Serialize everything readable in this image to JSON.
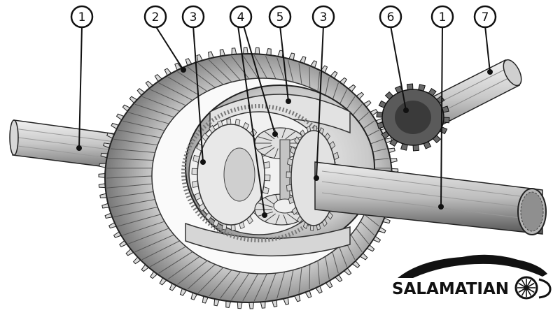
{
  "callouts": [
    {
      "id": "c1a",
      "label": "1"
    },
    {
      "id": "c2",
      "label": "2"
    },
    {
      "id": "c3a",
      "label": "3"
    },
    {
      "id": "c4",
      "label": "4"
    },
    {
      "id": "c5",
      "label": "5"
    },
    {
      "id": "c3b",
      "label": "3"
    },
    {
      "id": "c6",
      "label": "6"
    },
    {
      "id": "c1b",
      "label": "1"
    },
    {
      "id": "c7",
      "label": "7"
    }
  ],
  "logo": {
    "text": "SALAMATIAN",
    "icon": "car-wheel-icon"
  },
  "colors": {
    "ink": "#1a1a1a",
    "metal": "#d2d2d2",
    "shadow": "#5a5a5a",
    "background": "#ffffff"
  }
}
